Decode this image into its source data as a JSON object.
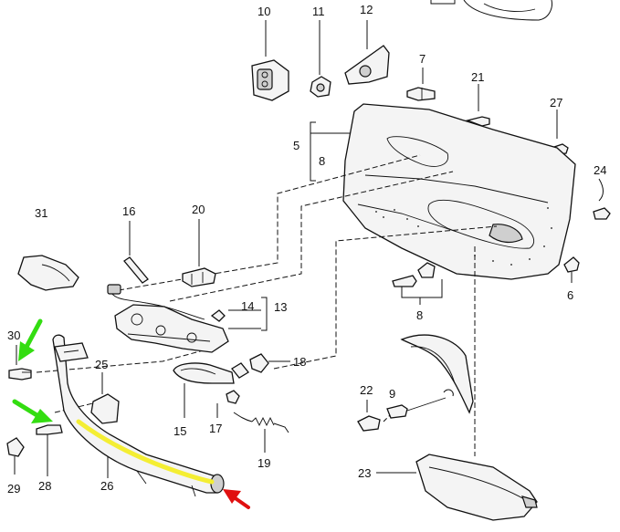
{
  "labels": {
    "p10": "10",
    "p11": "11",
    "p12": "12",
    "p7": "7",
    "p21": "21",
    "p27": "27",
    "p5": "5",
    "p8a": "8",
    "p24": "24",
    "p31": "31",
    "p16": "16",
    "p20": "20",
    "p14": "14",
    "p13": "13",
    "p6": "6",
    "p8b": "8",
    "p30": "30",
    "p25": "25",
    "p18": "18",
    "p22": "22",
    "p9": "9",
    "p15": "15",
    "p17": "17",
    "p29": "29",
    "p28": "28",
    "p26": "26",
    "p19": "19",
    "p23": "23"
  },
  "colors": {
    "highlight_strip": "#f4ee33",
    "pointer_arrow_green": "#33dd11",
    "pointer_arrow_red": "#e01010"
  }
}
